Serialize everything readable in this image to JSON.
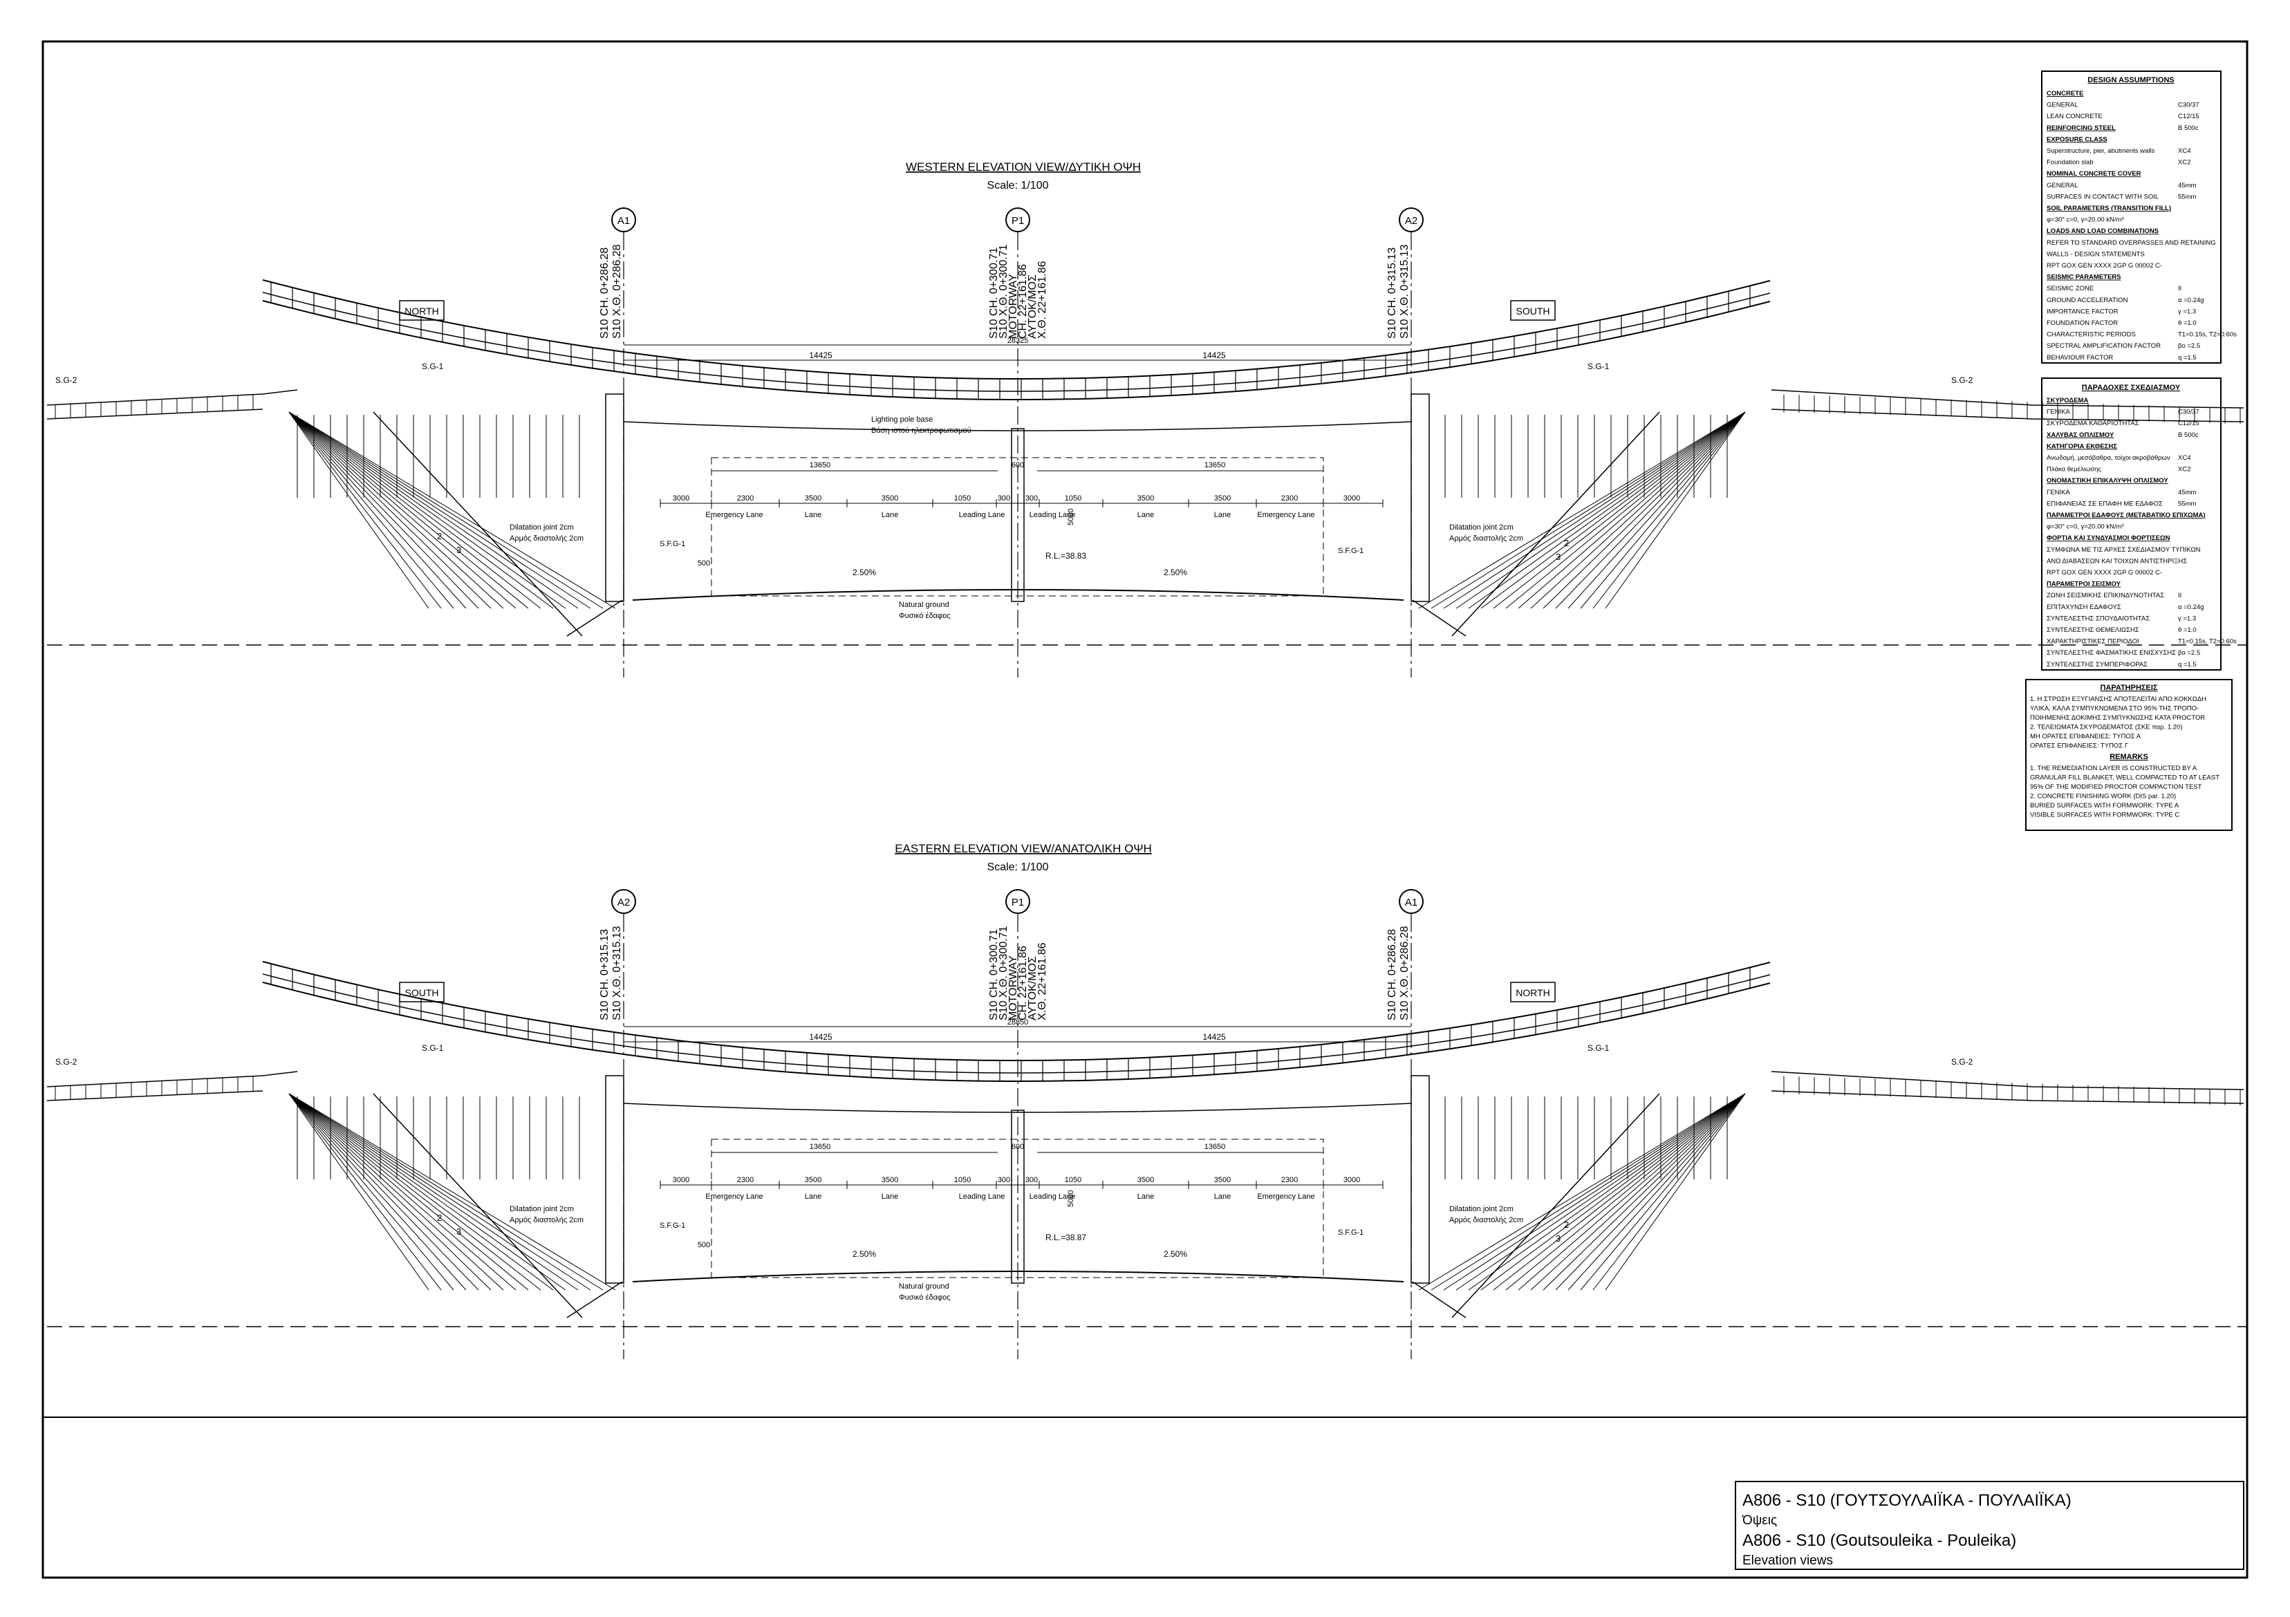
{
  "views": [
    {
      "id": "western",
      "title": "WESTERN ELEVATION VIEW/ΔΥΤΙΚΗ ΟΨΗ",
      "scale": "Scale: 1/100",
      "left_compass": "NORTH",
      "right_compass": "SOUTH",
      "axes": [
        "A1",
        "P1",
        "A2"
      ],
      "left_chainage": [
        "S10 CH. 0+286.28",
        "S10 Χ.Θ. 0+286.28"
      ],
      "pier_chainage": [
        "S10 CH. 0+300.71",
        "S10 Χ.Θ. 0+300.71",
        "MOTORWAY",
        "CH. 22+161.86",
        "ΑΥΤΟΚ/ΜΟΣ",
        "Χ.Θ. 22+161.86"
      ],
      "right_chainage": [
        "S10 CH. 0+315.13",
        "S10 Χ.Θ. 0+315.13"
      ],
      "total_span": "28325",
      "half_spans": [
        "14425",
        "14425"
      ],
      "lane_group_width": "13650",
      "median_width": "600",
      "lane_dims": [
        "3000",
        "2300",
        "3500",
        "3500",
        "1050",
        "300",
        "300",
        "1050",
        "3500",
        "3500",
        "2300",
        "3000"
      ],
      "lane_labels": [
        "Emergency Lane",
        "Lane",
        "Lane",
        "Leading Lane",
        "Leading Lane",
        "Lane",
        "Lane",
        "Emergency Lane"
      ],
      "clearance": "5080",
      "curb_height": "500",
      "slopes": [
        "2.50%",
        "2.50%"
      ],
      "level_note": "R.L.=38.83",
      "lighting_note": [
        "Lighting pole base",
        "Βάση ιστού ηλεκτροφωτισμού"
      ],
      "ground_note": [
        "Natural ground",
        "Φυσικό έδαφος"
      ],
      "joint_note": [
        "Dilatation joint 2cm",
        "Αρμός διαστολής 2cm"
      ],
      "sg_labels": [
        "S.G-2",
        "S.G-1",
        "S.G-1",
        "S.G-2"
      ],
      "sfg_label": "S.F.G-1",
      "slope_ratio": [
        "2",
        "3"
      ]
    },
    {
      "id": "eastern",
      "title": "EASTERN ELEVATION VIEW/ΑΝΑΤΟΛΙΚΗ ΟΨΗ",
      "scale": "Scale: 1/100",
      "left_compass": "SOUTH",
      "right_compass": "NORTH",
      "axes": [
        "A2",
        "P1",
        "A1"
      ],
      "left_chainage": [
        "S10 CH. 0+315.13",
        "S10 Χ.Θ. 0+315.13"
      ],
      "pier_chainage": [
        "S10 CH. 0+300.71",
        "S10 Χ.Θ. 0+300.71",
        "MOTORWAY",
        "CH. 22+161.86",
        "ΑΥΤΟΚ/ΜΟΣ",
        "Χ.Θ. 22+161.86"
      ],
      "right_chainage": [
        "S10 CH. 0+286.28",
        "S10 Χ.Θ. 0+286.28"
      ],
      "total_span": "28850",
      "half_spans": [
        "14425",
        "14425"
      ],
      "lane_group_width": "13650",
      "median_width": "600",
      "lane_dims": [
        "3000",
        "2300",
        "3500",
        "3500",
        "1050",
        "300",
        "300",
        "1050",
        "3500",
        "3500",
        "2300",
        "3000"
      ],
      "lane_labels": [
        "Emergency Lane",
        "Lane",
        "Lane",
        "Leading Lane",
        "Leading Lane",
        "Lane",
        "Lane",
        "Emergency Lane"
      ],
      "clearance": "5080",
      "curb_height": "500",
      "slopes": [
        "2.50%",
        "2.50%"
      ],
      "level_note": "R.L.=38.87",
      "lighting_note": [
        "",
        ""
      ],
      "ground_note": [
        "Natural ground",
        "Φυσικό έδαφος"
      ],
      "joint_note": [
        "Dilatation joint 2cm",
        "Αρμός διαστολής 2cm"
      ],
      "sg_labels": [
        "S.G-2",
        "S.G-1",
        "S.G-1",
        "S.G-2"
      ],
      "sfg_label": "S.F.G-1",
      "slope_ratio": [
        "2",
        "3"
      ]
    }
  ],
  "design_en": {
    "title": "DESIGN ASSUMPTIONS",
    "rows": [
      {
        "t": "h",
        "a": "CONCRETE",
        "b": ""
      },
      {
        "t": "r",
        "a": "GENERAL",
        "b": "C30/37"
      },
      {
        "t": "r",
        "a": "LEAN CONCRETE",
        "b": "C12/15"
      },
      {
        "t": "h",
        "a": "REINFORCING STEEL",
        "b": "B 500c"
      },
      {
        "t": "h",
        "a": "EXPOSURE CLASS",
        "b": ""
      },
      {
        "t": "r",
        "a": "Superstructure, pier, abutments walls",
        "b": "XC4"
      },
      {
        "t": "r",
        "a": "Foundation slab",
        "b": "XC2"
      },
      {
        "t": "h",
        "a": "NOMINAL CONCRETE COVER",
        "b": ""
      },
      {
        "t": "r",
        "a": "GENERAL",
        "b": "45mm"
      },
      {
        "t": "r",
        "a": "SURFACES IN CONTACT WITH SOIL",
        "b": "55mm"
      },
      {
        "t": "h",
        "a": "SOIL PARAMETERS (TRANSITION FILL)",
        "b": ""
      },
      {
        "t": "r",
        "a": "φ=30° c=0, γ=20.00 kN/m³",
        "b": ""
      },
      {
        "t": "h",
        "a": "LOADS AND LOAD COMBINATIONS",
        "b": ""
      },
      {
        "t": "r",
        "a": "REFER TO STANDARD OVERPASSES AND RETAINING",
        "b": ""
      },
      {
        "t": "r",
        "a": "WALLS - DESIGN STATEMENTS",
        "b": ""
      },
      {
        "t": "r",
        "a": "RPT GOX GEN XXXX 2GP G 00002 C-",
        "b": ""
      },
      {
        "t": "h",
        "a": "SEISMIC PARAMETERS",
        "b": ""
      },
      {
        "t": "r",
        "a": "SEISMIC ZONE",
        "b": "II"
      },
      {
        "t": "r",
        "a": "GROUND ACCELERATION",
        "b": "α =0.24g"
      },
      {
        "t": "r",
        "a": "IMPORTANCE FACTOR",
        "b": "γ =1.3"
      },
      {
        "t": "r",
        "a": "FOUNDATION FACTOR",
        "b": "θ =1.0"
      },
      {
        "t": "r",
        "a": "CHARACTERISTIC PERIODS",
        "b": "T1=0.15s, T2=0.60s"
      },
      {
        "t": "r",
        "a": "SPECTRAL AMPLIFICATION FACTOR",
        "b": "βο =2.5"
      },
      {
        "t": "r",
        "a": "BEHAVIOUR FACTOR",
        "b": "q =1.5"
      }
    ]
  },
  "design_gr": {
    "title": "ΠΑΡΑΔΟΧΕΣ ΣΧΕΔΙΑΣΜΟΥ",
    "rows": [
      {
        "t": "h",
        "a": "ΣΚΥΡΟΔΕΜΑ",
        "b": ""
      },
      {
        "t": "r",
        "a": "ΓΕΝΙΚΑ",
        "b": "C30/37"
      },
      {
        "t": "r",
        "a": "ΣΚΥΡΟΔΕΜΑ ΚΑΘΑΡΙΟΤΗΤΑΣ",
        "b": "C12/15"
      },
      {
        "t": "h",
        "a": "ΧΑΛΥΒΑΣ ΟΠΛΙΣΜΟΥ",
        "b": "B 500c"
      },
      {
        "t": "h",
        "a": "ΚΑΤΗΓΟΡΙΑ ΕΚΘΕΣΗΣ",
        "b": ""
      },
      {
        "t": "r",
        "a": "Ανωδομή, μεσόβαθρα, τοίχοι ακροβάθρων",
        "b": "XC4"
      },
      {
        "t": "r",
        "a": "Πλάκα θεμέλιωσης",
        "b": "XC2"
      },
      {
        "t": "h",
        "a": "ΟΝΟΜΑΣΤΙΚΗ ΕΠΙΚΑΛΥΨΗ ΟΠΛΙΣΜΟΥ",
        "b": ""
      },
      {
        "t": "r",
        "a": "ΓΕΝΙΚΑ",
        "b": "45mm"
      },
      {
        "t": "r",
        "a": "ΕΠΙΦΑΝΕΙΑΣ ΣΕ ΕΠΑΦΗ ΜΕ ΕΔΑΦΟΣ",
        "b": "55mm"
      },
      {
        "t": "h",
        "a": "ΠΑΡΑΜΕΤΡΟΙ ΕΔΑΦΟΥΣ (ΜΕΤΑΒΑΤΙΚΟ ΕΠΙΧΩΜΑ)",
        "b": ""
      },
      {
        "t": "r",
        "a": "φ=30° c=0, γ=20.00 kN/m³",
        "b": ""
      },
      {
        "t": "h",
        "a": "ΦΟΡΤΙΑ ΚΑΙ ΣΥΝΔΥΑΣΜΟΙ ΦΟΡΤΙΣΕΩΝ",
        "b": ""
      },
      {
        "t": "r",
        "a": "ΣΥΜΦΩΝΑ ΜΕ ΤΙΣ ΑΡΧΕΣ ΣΧΕΔΙΑΣΜΟΥ ΤΥΠΙΚΩΝ",
        "b": ""
      },
      {
        "t": "r",
        "a": "ΑΝΩ ΔΙΑΒΑΣΕΩΝ ΚΑΙ ΤΟΙΧΩΝ ΑΝΤΙΣΤΗΡΙΞΗΣ",
        "b": ""
      },
      {
        "t": "r",
        "a": "RPT GOX GEN XXXX 2GP G 00002 C-",
        "b": ""
      },
      {
        "t": "h",
        "a": "ΠΑΡΑΜΕΤΡΟΙ ΣΕΙΣΜΟΥ",
        "b": ""
      },
      {
        "t": "r",
        "a": "ΖΩΝΗ ΣΕΙΣΜΙΚΗΣ ΕΠΙΚΙΝΔΥΝΟΤΗΤΑΣ",
        "b": "II"
      },
      {
        "t": "r",
        "a": "ΕΠΙΤΑΧΥΝΣΗ ΕΔΑΦΟΥΣ",
        "b": "α =0.24g"
      },
      {
        "t": "r",
        "a": "ΣΥΝΤΕΛΕΣΤΗΣ ΣΠΟΥΔΑΙΟΤΗΤΑΣ",
        "b": "γ =1.3"
      },
      {
        "t": "r",
        "a": "ΣΥΝΤΕΛΕΣΤΗΣ ΘΕΜΕΛΙΩΣΗΣ",
        "b": "θ =1.0"
      },
      {
        "t": "r",
        "a": "ΧΑΡΑΚΤΗΡΙΣΤΙΚΕΣ ΠΕΡΙΟΔΟΙ",
        "b": "T1=0.15s, T2=0.60s"
      },
      {
        "t": "r",
        "a": "ΣΥΝΤΕΛΕΣΤΗΣ ΦΑΣΜΑΤΙΚΗΣ ΕΝΙΣΧΥΣΗΣ",
        "b": "βο =2.5"
      },
      {
        "t": "r",
        "a": "ΣΥΝΤΕΛΕΣΤΗΣ ΣΥΜΠΕΡΙΦΟΡΑΣ",
        "b": "q =1.5"
      }
    ]
  },
  "notes": {
    "title_gr": "ΠΑΡΑΤΗΡΗΣΕΙΣ",
    "lines_gr": [
      "1. Η ΣΤΡΩΣΗ ΕΞΥΓΙΑΝΣΗΣ ΑΠΟΤΕΛΕΙΤΑΙ ΑΠΟ ΚΟΚΚΩΔΗ",
      "ΥΛΙΚΑ, ΚΑΛΑ ΣΥΜΠΥΚΝΩΜΕΝΑ ΣΤΟ 95% ΤΗΣ ΤΡΟΠΟ-",
      "ΠΟΙΗΜΕΝΗΣ ΔΟΚΙΜΗΣ ΣΥΜΠΥΚΝΩΣΗΣ ΚΑΤΑ PROCTOR",
      "2. ΤΕΛΕΙΩΜΑΤΑ ΣΚΥΡΟΔΕΜΑΤΟΣ (ΣΚΕ παρ. 1.20)",
      "ΜΗ ΟΡΑΤΕΣ ΕΠΙΦΑΝΕΙΕΣ: ΤΥΠΟΣ Α",
      "ΟΡΑΤΕΣ ΕΠΙΦΑΝΕΙΕΣ: ΤΥΠΟΣ Γ"
    ],
    "title_en": "REMARKS",
    "lines_en": [
      "1. THE REMEDIATION LAYER IS CONSTRUCTED BY A",
      "GRANULAR FILL BLANKET, WELL COMPACTED TO AT LEAST",
      "95% OF THE MODIFIED PROCTOR COMPACTION TEST",
      "2. CONCRETE FINISHING WORK (DIS par. 1.20)",
      "BURIED SURFACES WITH FORMWORK: TYPE A",
      "VISIBLE SURFACES WITH FORMWORK: TYPE C"
    ]
  },
  "title_block": {
    "line1": "A806 - S10 (ΓΟΥΤΣΟΥΛΑΙΪΚΑ - ΠΟΥΛΑΙΪΚΑ)",
    "line2": "Όψεις",
    "line3": "A806 - S10 (Goutsouleika - Pouleika)",
    "line4": "Elevation views"
  },
  "colors": {
    "ink": "#000000",
    "paper": "#ffffff"
  }
}
